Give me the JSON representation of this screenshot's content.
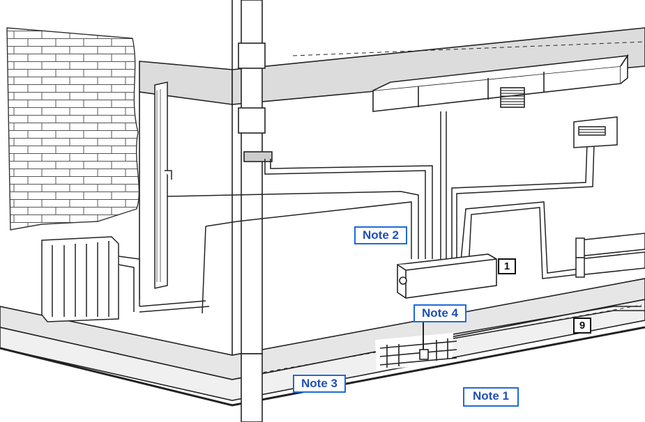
{
  "diagram": {
    "notes": [
      {
        "id": "note1",
        "label": "Note 1"
      },
      {
        "id": "note2",
        "label": "Note 2"
      },
      {
        "id": "note3",
        "label": "Note 3"
      },
      {
        "id": "note4",
        "label": "Note 4"
      }
    ],
    "callouts": [
      {
        "id": "callout1",
        "label": "1"
      },
      {
        "id": "callout9",
        "label": "9"
      }
    ]
  },
  "colors": {
    "note_border": "#1f6ad8",
    "note_text": "#1f4fb8",
    "line": "#222222",
    "floor_fill": "#e6e6e6",
    "ceiling_fill": "#dcdcdc"
  }
}
